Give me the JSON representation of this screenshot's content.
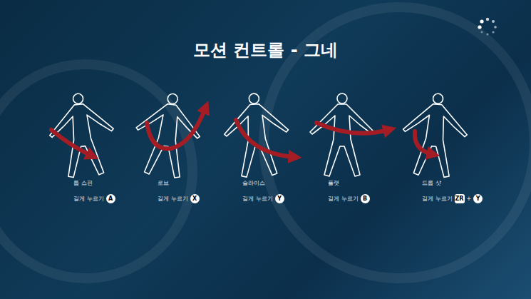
{
  "diagram": {
    "title": "모션 컨트롤 - 그네",
    "nodes": [
      {
        "text": [
          "A"
        ]
      },
      {
        "text": [
          "X"
        ]
      },
      {
        "text": [
          "Y"
        ]
      },
      {
        "text": [
          "B"
        ]
      },
      {
        "text": [
          "ZR"
        ]
      },
      {
        "text": [
          "Y"
        ]
      }
    ],
    "labels": [
      "톱 스핀",
      "길게 누르기",
      "로브",
      "길게 누르기",
      "슬라이스",
      "길게 누르기",
      "플랫",
      "길게 누르기",
      "드롭 샷",
      "길게 누르기",
      "+"
    ]
  }
}
